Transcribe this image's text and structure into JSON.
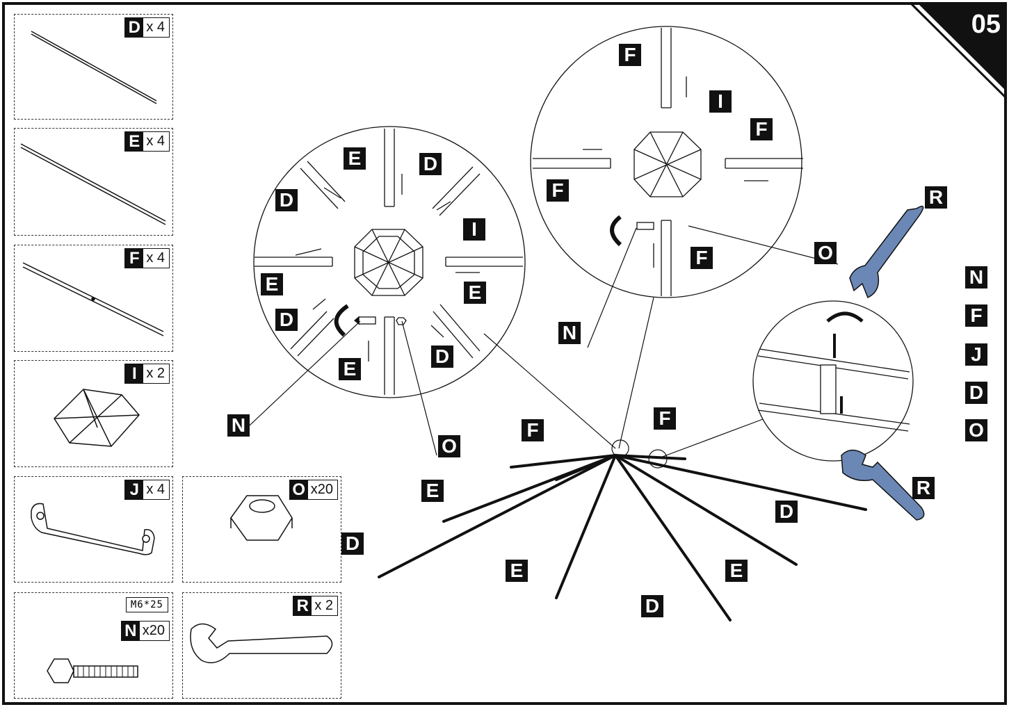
{
  "step_number": "05",
  "parts": [
    {
      "letter": "D",
      "count": "x 4"
    },
    {
      "letter": "E",
      "count": "x 4"
    },
    {
      "letter": "F",
      "count": "x 4"
    },
    {
      "letter": "I",
      "count": "x 2"
    },
    {
      "letter": "J",
      "count": "x 4"
    },
    {
      "letter": "O",
      "count": "x20"
    },
    {
      "letter": "N",
      "count": "x20",
      "size": "M6*25"
    },
    {
      "letter": "R",
      "count": "x 2"
    }
  ],
  "callouts": {
    "D": "D",
    "E": "E",
    "F": "F",
    "I": "I",
    "J": "J",
    "N": "N",
    "O": "O",
    "R": "R"
  },
  "colors": {
    "ink": "#111111",
    "wrench": "#6b87b5"
  }
}
